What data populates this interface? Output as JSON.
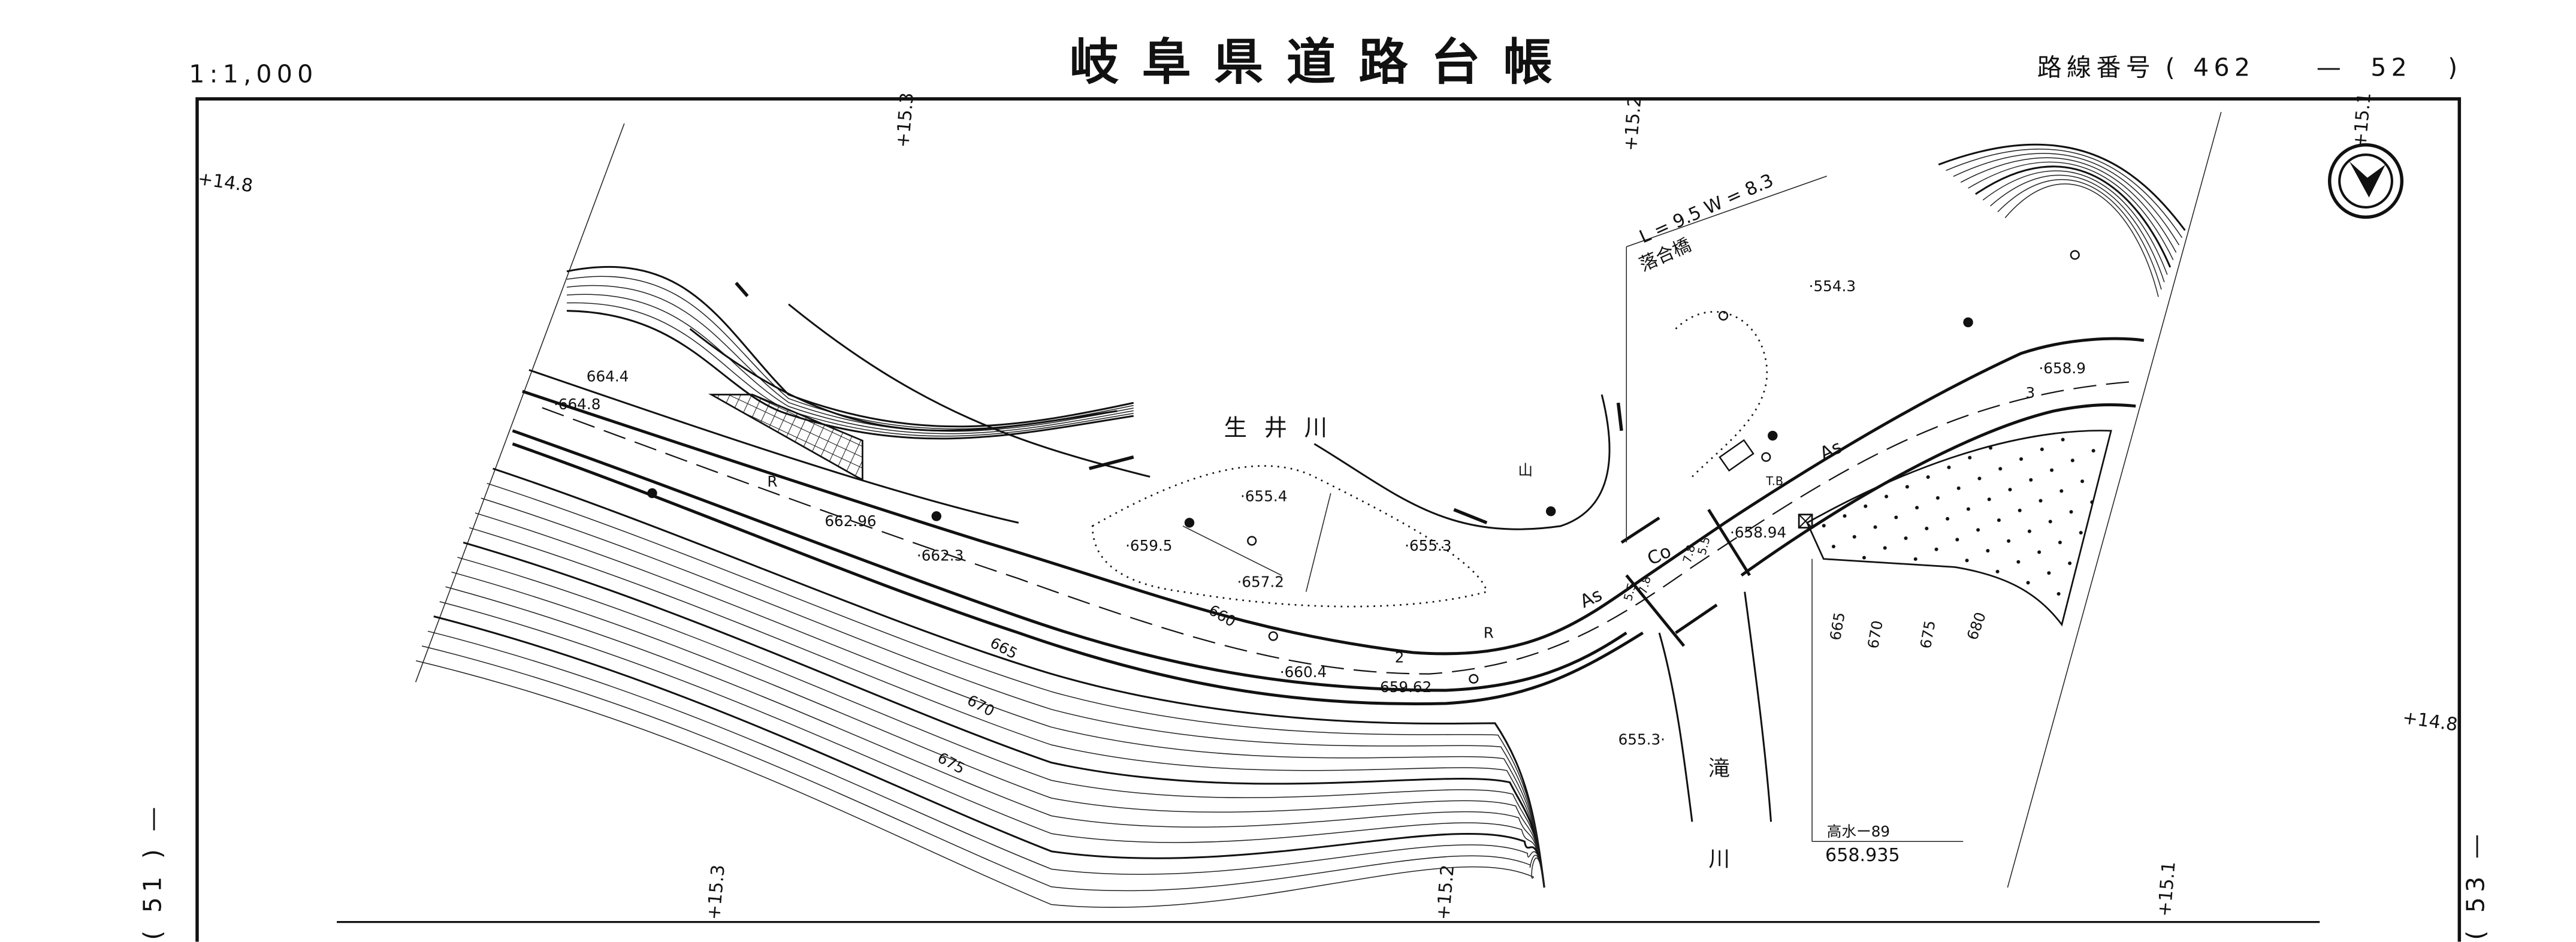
{
  "header": {
    "scale": "1:1,000",
    "title": "岐阜県道路台帳",
    "route_label": "路線番号",
    "route_open": "(",
    "route_number": "462",
    "route_dash": "—",
    "route_sheet": "52",
    "route_close": ")"
  },
  "adjacent_sheets": {
    "left": "( 51 ) —",
    "right": "( 53 —"
  },
  "grid_marks": {
    "top_left": "+14.8",
    "top_1": "+15.3",
    "top_2": "+15.2",
    "top_3": "+15.1",
    "right": "+14.8",
    "bottom_1": "+15.3",
    "bottom_2": "+15.2",
    "bottom_3": "+15.1"
  },
  "bridge": {
    "dimensions": "L = 9.5  W = 8.3",
    "name": "落合橋"
  },
  "rivers": {
    "upper": "生 井 川",
    "lower_1": "滝",
    "lower_2": "川"
  },
  "high_water": {
    "label": "高水ー89",
    "value": "658.935"
  },
  "surface_labels": {
    "as_1": "As",
    "as_2": "As",
    "co": "Co",
    "r_1": "R",
    "r_2": "R",
    "tb": "T.B",
    "mountain": "山",
    "width_a": "5.5",
    "width_b": "7.8",
    "width_c": "7.8",
    "width_d": "5.5",
    "lane_2": "2",
    "lane_3": "3"
  },
  "elevations": {
    "e1": "664.4",
    "e2": "·664.8",
    "e3": "662.96",
    "e4": "·662.3",
    "e5": "·655.4",
    "e6": "·659.5",
    "e7": "·657.2",
    "e8": "·655.3",
    "e9": "·660.4",
    "e10": "659.62",
    "e11": "·554.3",
    "e12": "·658.9",
    "e13": "·658.94",
    "e14": "655.3·"
  },
  "contours": {
    "c660": "660",
    "c665": "665",
    "c670": "670",
    "c675": "675",
    "r665": "665",
    "r670": "670",
    "r675": "675",
    "r680": "680"
  },
  "colors": {
    "ink": "#111111",
    "paper": "#ffffff"
  }
}
